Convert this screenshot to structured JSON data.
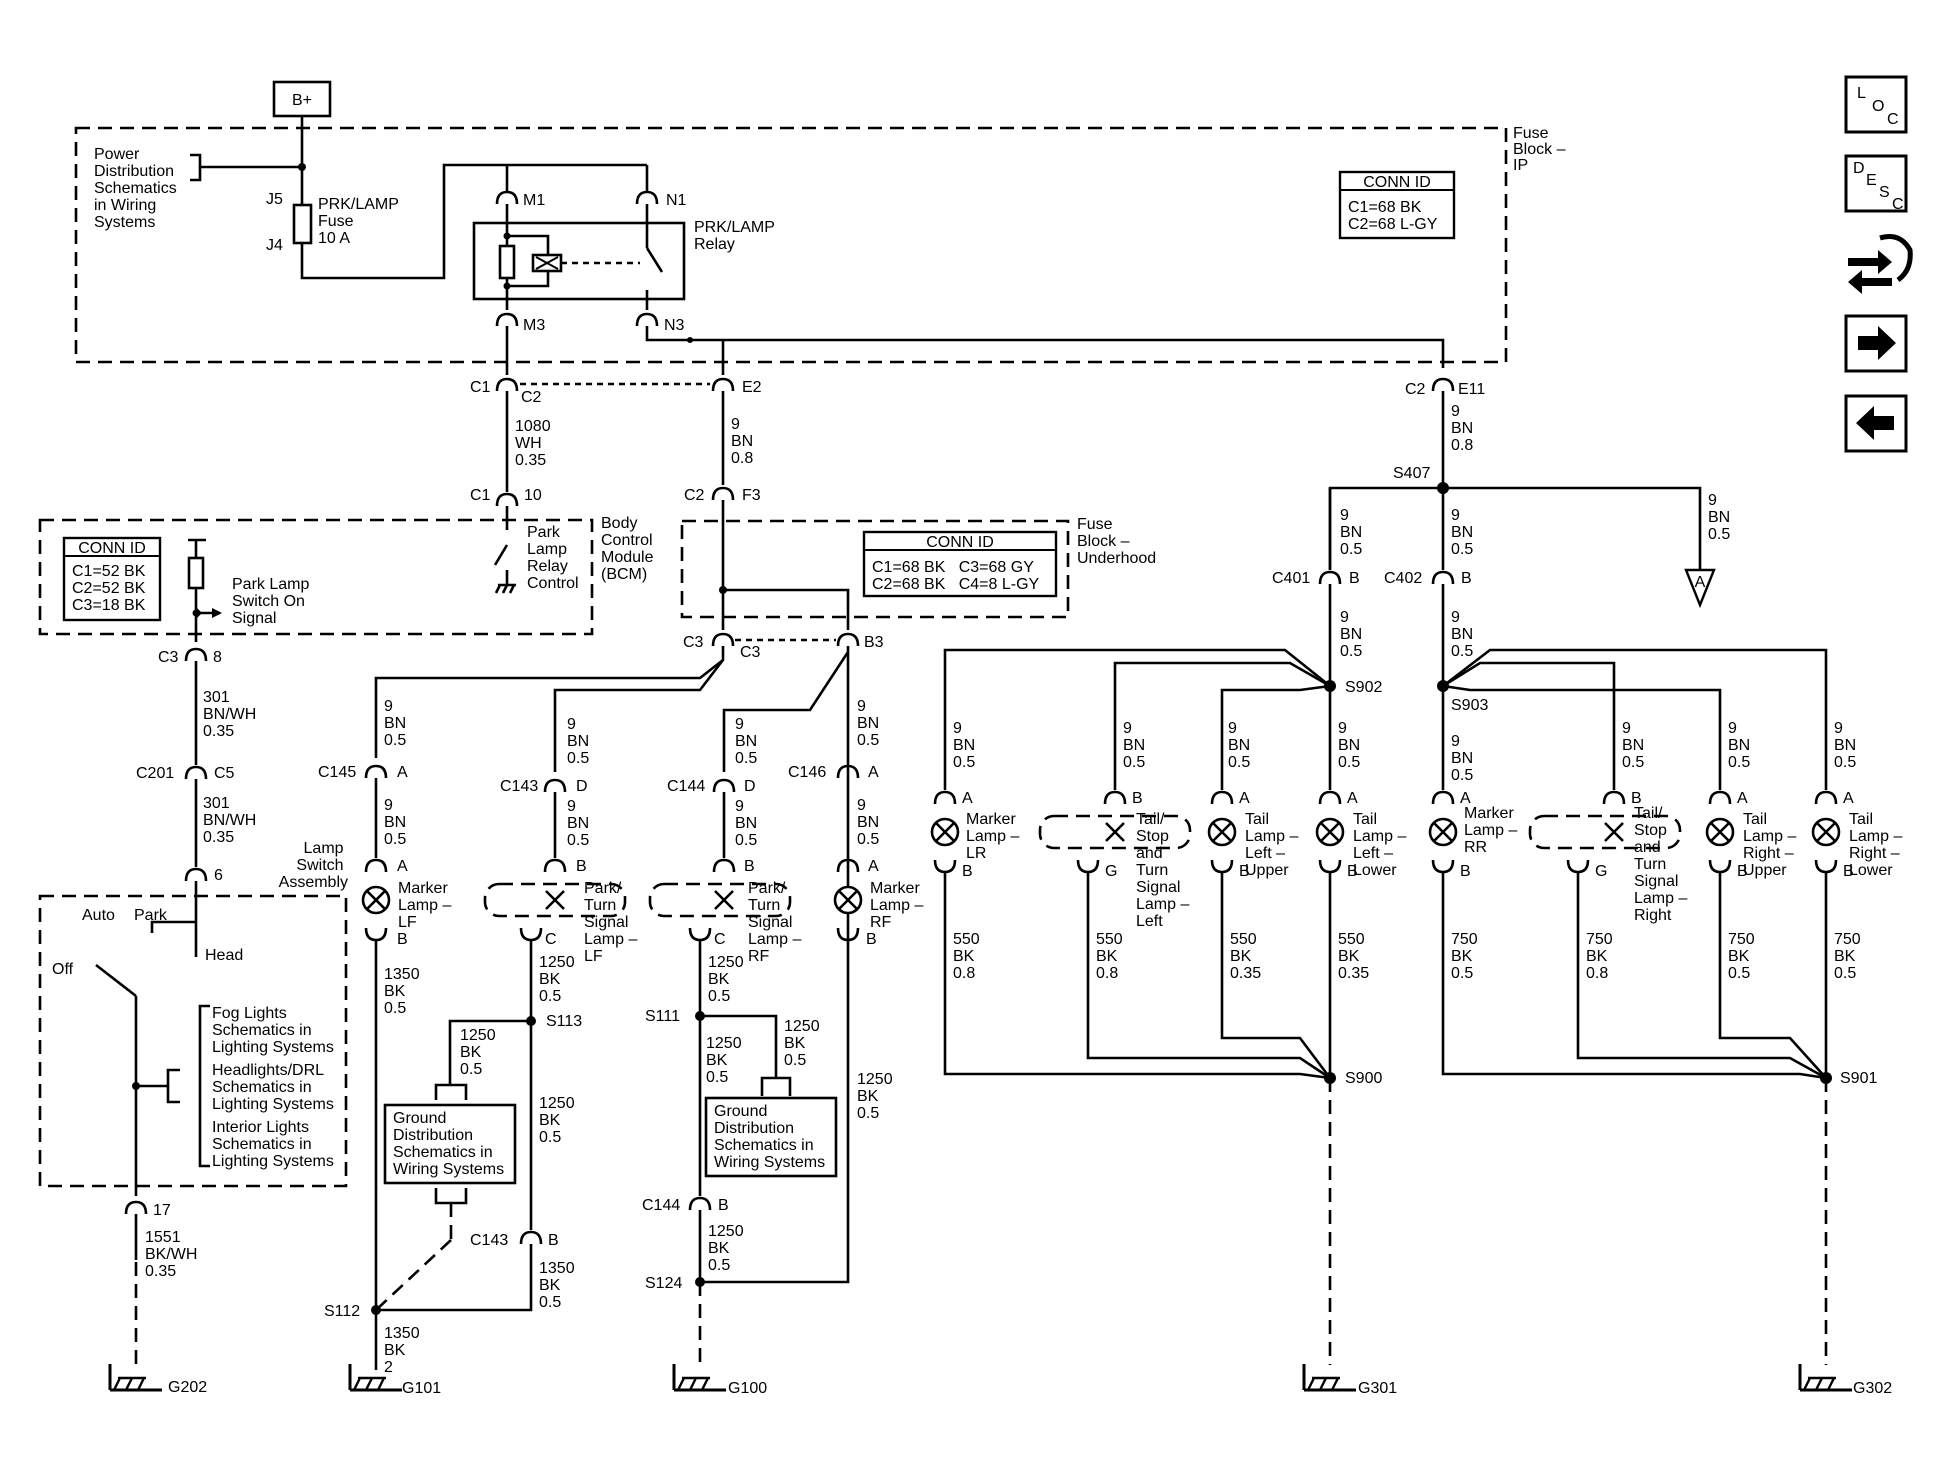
{
  "bplus": "B+",
  "fuse_block_ip": [
    "Fuse",
    "Block –",
    "IP"
  ],
  "power_dist": [
    "Power",
    "Distribution",
    "Schematics",
    "in Wiring",
    "Systems"
  ],
  "fuse": {
    "name": [
      "PRK/LAMP",
      "Fuse",
      "10 A"
    ],
    "top": "J5",
    "bottom": "J4"
  },
  "relay": {
    "name": [
      "PRK/LAMP",
      "Relay"
    ],
    "m1": "M1",
    "n1": "N1",
    "m3": "M3",
    "n3": "N3"
  },
  "conn_ip": {
    "title": "CONN ID",
    "rows": [
      "C1=68 BK",
      "C2=68 L-GY"
    ]
  },
  "conn_bcm": {
    "title": "CONN ID",
    "rows": [
      "C1=52 BK",
      "C2=52 BK",
      "C3=18 BK"
    ]
  },
  "conn_uh": {
    "title": "CONN ID",
    "rows": [
      "C1=68 BK   C3=68 GY",
      "C2=68 BK   C4=8 L-GY"
    ]
  },
  "bcm": [
    "Body",
    "Control",
    "Module",
    "(BCM)"
  ],
  "park_relay": [
    "Park",
    "Lamp",
    "Relay",
    "Control"
  ],
  "park_switch": [
    "Park Lamp",
    "Switch On",
    "Signal"
  ],
  "fuse_uh": [
    "Fuse",
    "Block –",
    "Underhood"
  ],
  "switch_asm": [
    "Lamp",
    "Switch",
    "Assembly"
  ],
  "switch_pos": {
    "auto": "Auto",
    "park": "Park",
    "head": "Head",
    "off": "Off"
  },
  "fog": [
    "Fog Lights",
    "Schematics in",
    "Lighting Systems"
  ],
  "headlights": [
    "Headlights/DRL",
    "Schematics in",
    "Lighting Systems"
  ],
  "interior": [
    "Interior Lights",
    "Schematics in",
    "Lighting Systems"
  ],
  "ground_dist": [
    "Ground",
    "Distribution",
    "Schematics in",
    "Wiring Systems"
  ],
  "grounds": [
    "G202",
    "G101",
    "G100",
    "G301",
    "G302"
  ],
  "splices": [
    "S407",
    "S902",
    "S903",
    "S900",
    "S901",
    "S113",
    "S111",
    "S112",
    "S124"
  ],
  "arrow_ref": "A",
  "nav": {
    "loc": [
      "L",
      "O",
      "C"
    ],
    "desc": [
      "D",
      "E",
      "S",
      "C"
    ]
  },
  "wire_labels": {
    "w1080": [
      "1080",
      "WH",
      "0.35"
    ],
    "w9_08": [
      "9",
      "BN",
      "0.8"
    ],
    "w9_05": [
      "9",
      "BN",
      "0.5"
    ],
    "w301": [
      "301",
      "BN/WH",
      "0.35"
    ],
    "w1551": [
      "1551",
      "BK/WH",
      "0.35"
    ],
    "w1350_05": [
      "1350",
      "BK",
      "0.5"
    ],
    "w1350_2": [
      "1350",
      "BK",
      "2"
    ],
    "w1250_05": [
      "1250",
      "BK",
      "0.5"
    ],
    "w550_08": [
      "550",
      "BK",
      "0.8"
    ],
    "w550_035": [
      "550",
      "BK",
      "0.35"
    ],
    "w750_05": [
      "750",
      "BK",
      "0.5"
    ],
    "w750_08": [
      "750",
      "BK",
      "0.8"
    ]
  },
  "lamps": {
    "marker_lf": [
      "Marker",
      "Lamp –",
      "LF"
    ],
    "park_lf": [
      "Park/",
      "Turn",
      "Signal",
      "Lamp –",
      "LF"
    ],
    "park_rf": [
      "Park/",
      "Turn",
      "Signal",
      "Lamp –",
      "RF"
    ],
    "marker_rf": [
      "Marker",
      "Lamp –",
      "RF"
    ],
    "marker_lr": [
      "Marker",
      "Lamp –",
      "LR"
    ],
    "tail_stop_l": [
      "Tail/",
      "Stop",
      "and",
      "Turn",
      "Signal",
      "Lamp –",
      "Left"
    ],
    "tail_lu": [
      "Tail",
      "Lamp –",
      "Left –",
      "Upper"
    ],
    "tail_ll": [
      "Tail",
      "Lamp –",
      "Left –",
      "Lower"
    ],
    "marker_rr": [
      "Marker",
      "Lamp –",
      "RR"
    ],
    "tail_stop_r": [
      "Tail/",
      "Stop",
      "and",
      "Turn",
      "Signal",
      "Lamp –",
      "Right"
    ],
    "tail_ru": [
      "Tail",
      "Lamp –",
      "Right –",
      "Upper"
    ],
    "tail_rl": [
      "Tail",
      "Lamp –",
      "Right –",
      "Lower"
    ]
  },
  "connectors": {
    "c1": "C1",
    "c2": "C2",
    "e2": "E2",
    "e11": "E11",
    "n10": "10",
    "f3": "F3",
    "c3": "C3",
    "b3": "B3",
    "n8": "8",
    "c201": "C201",
    "c5": "C5",
    "n6": "6",
    "n17": "17",
    "c145": "C145",
    "c143": "C143",
    "c144": "C144",
    "c146": "C146",
    "c401": "C401",
    "c402": "C402",
    "pA": "A",
    "pB": "B",
    "pC": "C",
    "pD": "D",
    "pG": "G"
  }
}
